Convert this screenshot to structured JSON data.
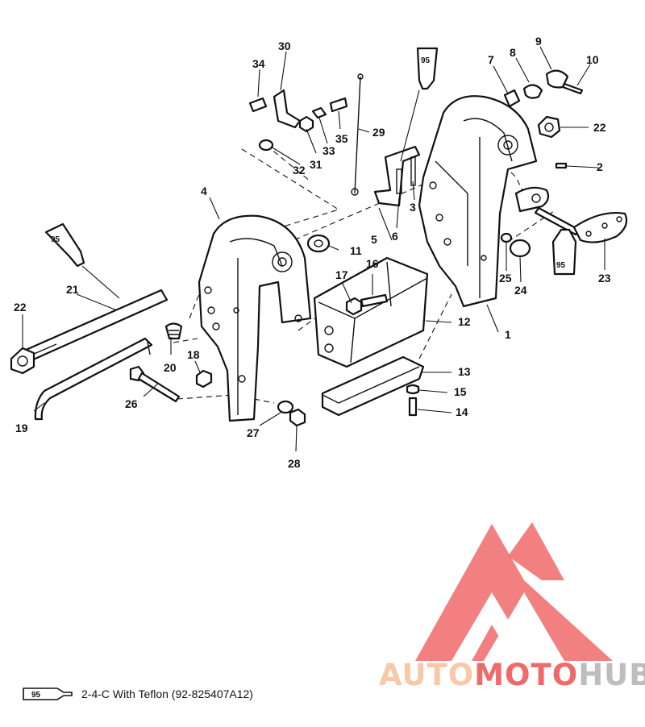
{
  "callouts": [
    {
      "id": "c1",
      "text": "1"
    },
    {
      "id": "c2",
      "text": "2"
    },
    {
      "id": "c3",
      "text": "3"
    },
    {
      "id": "c4",
      "text": "4"
    },
    {
      "id": "c5",
      "text": "5"
    },
    {
      "id": "c6",
      "text": "6"
    },
    {
      "id": "c7",
      "text": "7"
    },
    {
      "id": "c8",
      "text": "8"
    },
    {
      "id": "c9",
      "text": "9"
    },
    {
      "id": "c10",
      "text": "10"
    },
    {
      "id": "c11",
      "text": "11"
    },
    {
      "id": "c12",
      "text": "12"
    },
    {
      "id": "c13",
      "text": "13"
    },
    {
      "id": "c14",
      "text": "14"
    },
    {
      "id": "c15",
      "text": "15"
    },
    {
      "id": "c16",
      "text": "16"
    },
    {
      "id": "c17",
      "text": "17"
    },
    {
      "id": "c18",
      "text": "18"
    },
    {
      "id": "c19",
      "text": "19"
    },
    {
      "id": "c20",
      "text": "20"
    },
    {
      "id": "c21",
      "text": "21"
    },
    {
      "id": "c22a",
      "text": "22"
    },
    {
      "id": "c22b",
      "text": "22"
    },
    {
      "id": "c23",
      "text": "23"
    },
    {
      "id": "c24",
      "text": "24"
    },
    {
      "id": "c25",
      "text": "25"
    },
    {
      "id": "c26",
      "text": "26"
    },
    {
      "id": "c27",
      "text": "27"
    },
    {
      "id": "c28",
      "text": "28"
    },
    {
      "id": "c29",
      "text": "29"
    },
    {
      "id": "c30",
      "text": "30"
    },
    {
      "id": "c31",
      "text": "31"
    },
    {
      "id": "c32",
      "text": "32"
    },
    {
      "id": "c33",
      "text": "33"
    },
    {
      "id": "c34",
      "text": "34"
    },
    {
      "id": "c35",
      "text": "35"
    }
  ],
  "tube_label": "95",
  "legend": {
    "tube_label": "95",
    "text": "2-4-C  With Teflon (92-825407A12)"
  },
  "watermark": {
    "part1": "AUTO",
    "part2": "MOTO",
    "part3": "HUB"
  },
  "colors": {
    "watermark_light": "#f7c9a6",
    "watermark_red": "#f06a6a",
    "watermark_gray": "#bdbdbd",
    "line": "#111111"
  }
}
